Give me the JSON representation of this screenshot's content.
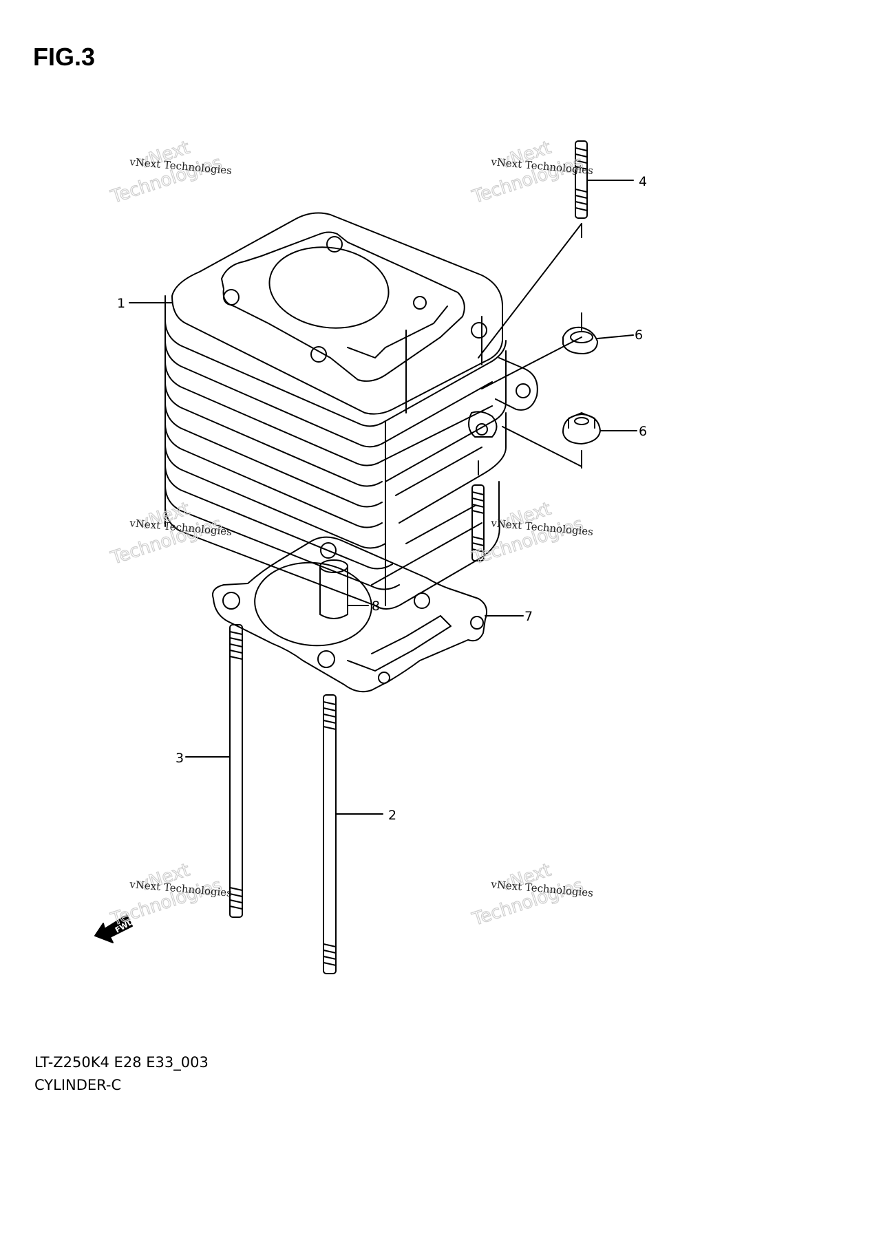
{
  "figure": {
    "title": "FIG.3"
  },
  "footer": {
    "code": "LT-Z250K4 E28 E33_003",
    "name": "CYLINDER-C"
  },
  "callouts": [
    "1",
    "2",
    "3",
    "4",
    "6",
    "6",
    "7",
    "8"
  ],
  "fwd_label": "FWD",
  "watermark": {
    "line1": "vNext Technologies",
    "big1": "vNext",
    "big2": "Technologies"
  },
  "colors": {
    "ink": "#000000",
    "background": "#ffffff",
    "watermark": "#cfcfcf"
  }
}
